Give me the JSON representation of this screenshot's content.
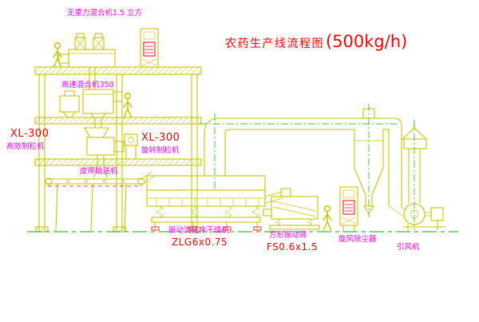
{
  "title": {
    "text": "农药生产线流程图",
    "capacity": "(500kg/h)"
  },
  "labels": {
    "gravity_free_mixer": "无重力混合机1.5 立方",
    "high_speed_mixer": "高速混合机350",
    "xl300_left": "XL-300",
    "granulator_left": "高效制粒机",
    "xl300_right": "XL-300",
    "granulator_right": "旋转制粒机",
    "belt_conveyor": "皮带输送机",
    "dryer": "振动流化床干燥机",
    "dryer_model": "ZLG6x0.75",
    "screen": "方形振动筛",
    "screen_model": "FS0.6x1.5",
    "cyclone": "旋风除尘器",
    "fan": "引风机"
  },
  "colors": {
    "line": "#c6c600",
    "label": "#ff00ff",
    "model_label": "#ff0000",
    "accent_red": "#ff0000",
    "ground": "#00b400",
    "background": "#ffffff"
  }
}
